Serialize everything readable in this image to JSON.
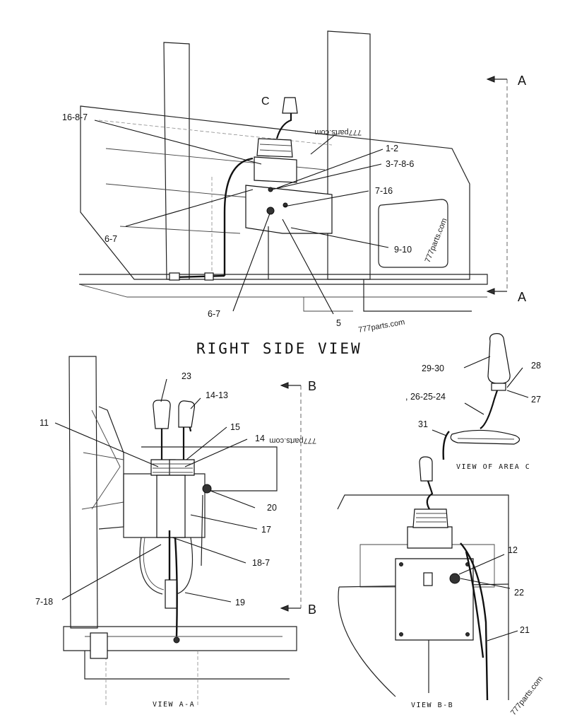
{
  "views": {
    "right_side": {
      "title": "RIGHT SIDE VIEW",
      "detail_marker": "C"
    },
    "area_c": {
      "title": "VIEW OF AREA C"
    },
    "aa": {
      "title": "VIEW A-A"
    },
    "bb": {
      "title": "VIEW B-B"
    }
  },
  "section_marks": {
    "a_top": "A",
    "a_bottom": "A",
    "b_top": "B",
    "b_bottom": "B"
  },
  "callouts": {
    "c_16_8_7": "16-8-7",
    "c_1_2": "1-2",
    "c_3_7_8_6": "3-7-8-6",
    "c_7_16": "7-16",
    "c_6_7_upper": "6-7",
    "c_9_10": "9-10",
    "c_6_7_lower": "6-7",
    "c_5": "5",
    "c_23": "23",
    "c_14_13": "14-13",
    "c_11": "11",
    "c_15": "15",
    "c_14": "14",
    "c_20": "20",
    "c_17": "17",
    "c_18_7": "18-7",
    "c_7_18": "7-18",
    "c_19": "19",
    "c_29_30": "29-30",
    "c_28": "28",
    "c_27": "27",
    "c_26_25_24": ", 26-25-24",
    "c_31": "31",
    "c_12": "12",
    "c_22": "22",
    "c_21": "21"
  },
  "watermarks": {
    "w1": "777parts.com",
    "w2": "777parts.com",
    "w3": "777parts.com",
    "w4": "777parts.com",
    "w5": "777parts.com"
  }
}
